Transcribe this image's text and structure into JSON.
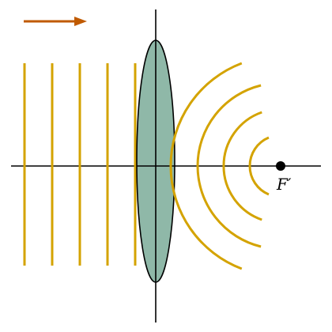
{
  "diagram": {
    "focal_point_label": "F′",
    "colors": {
      "wavefront": "#d4a300",
      "lens_fill": "#8fb8a8",
      "axis": "#000000",
      "arrow": "#c05a00",
      "background": "#ffffff"
    },
    "incoming_wavefront_count": 5,
    "outgoing_wavefront_count": 4
  }
}
